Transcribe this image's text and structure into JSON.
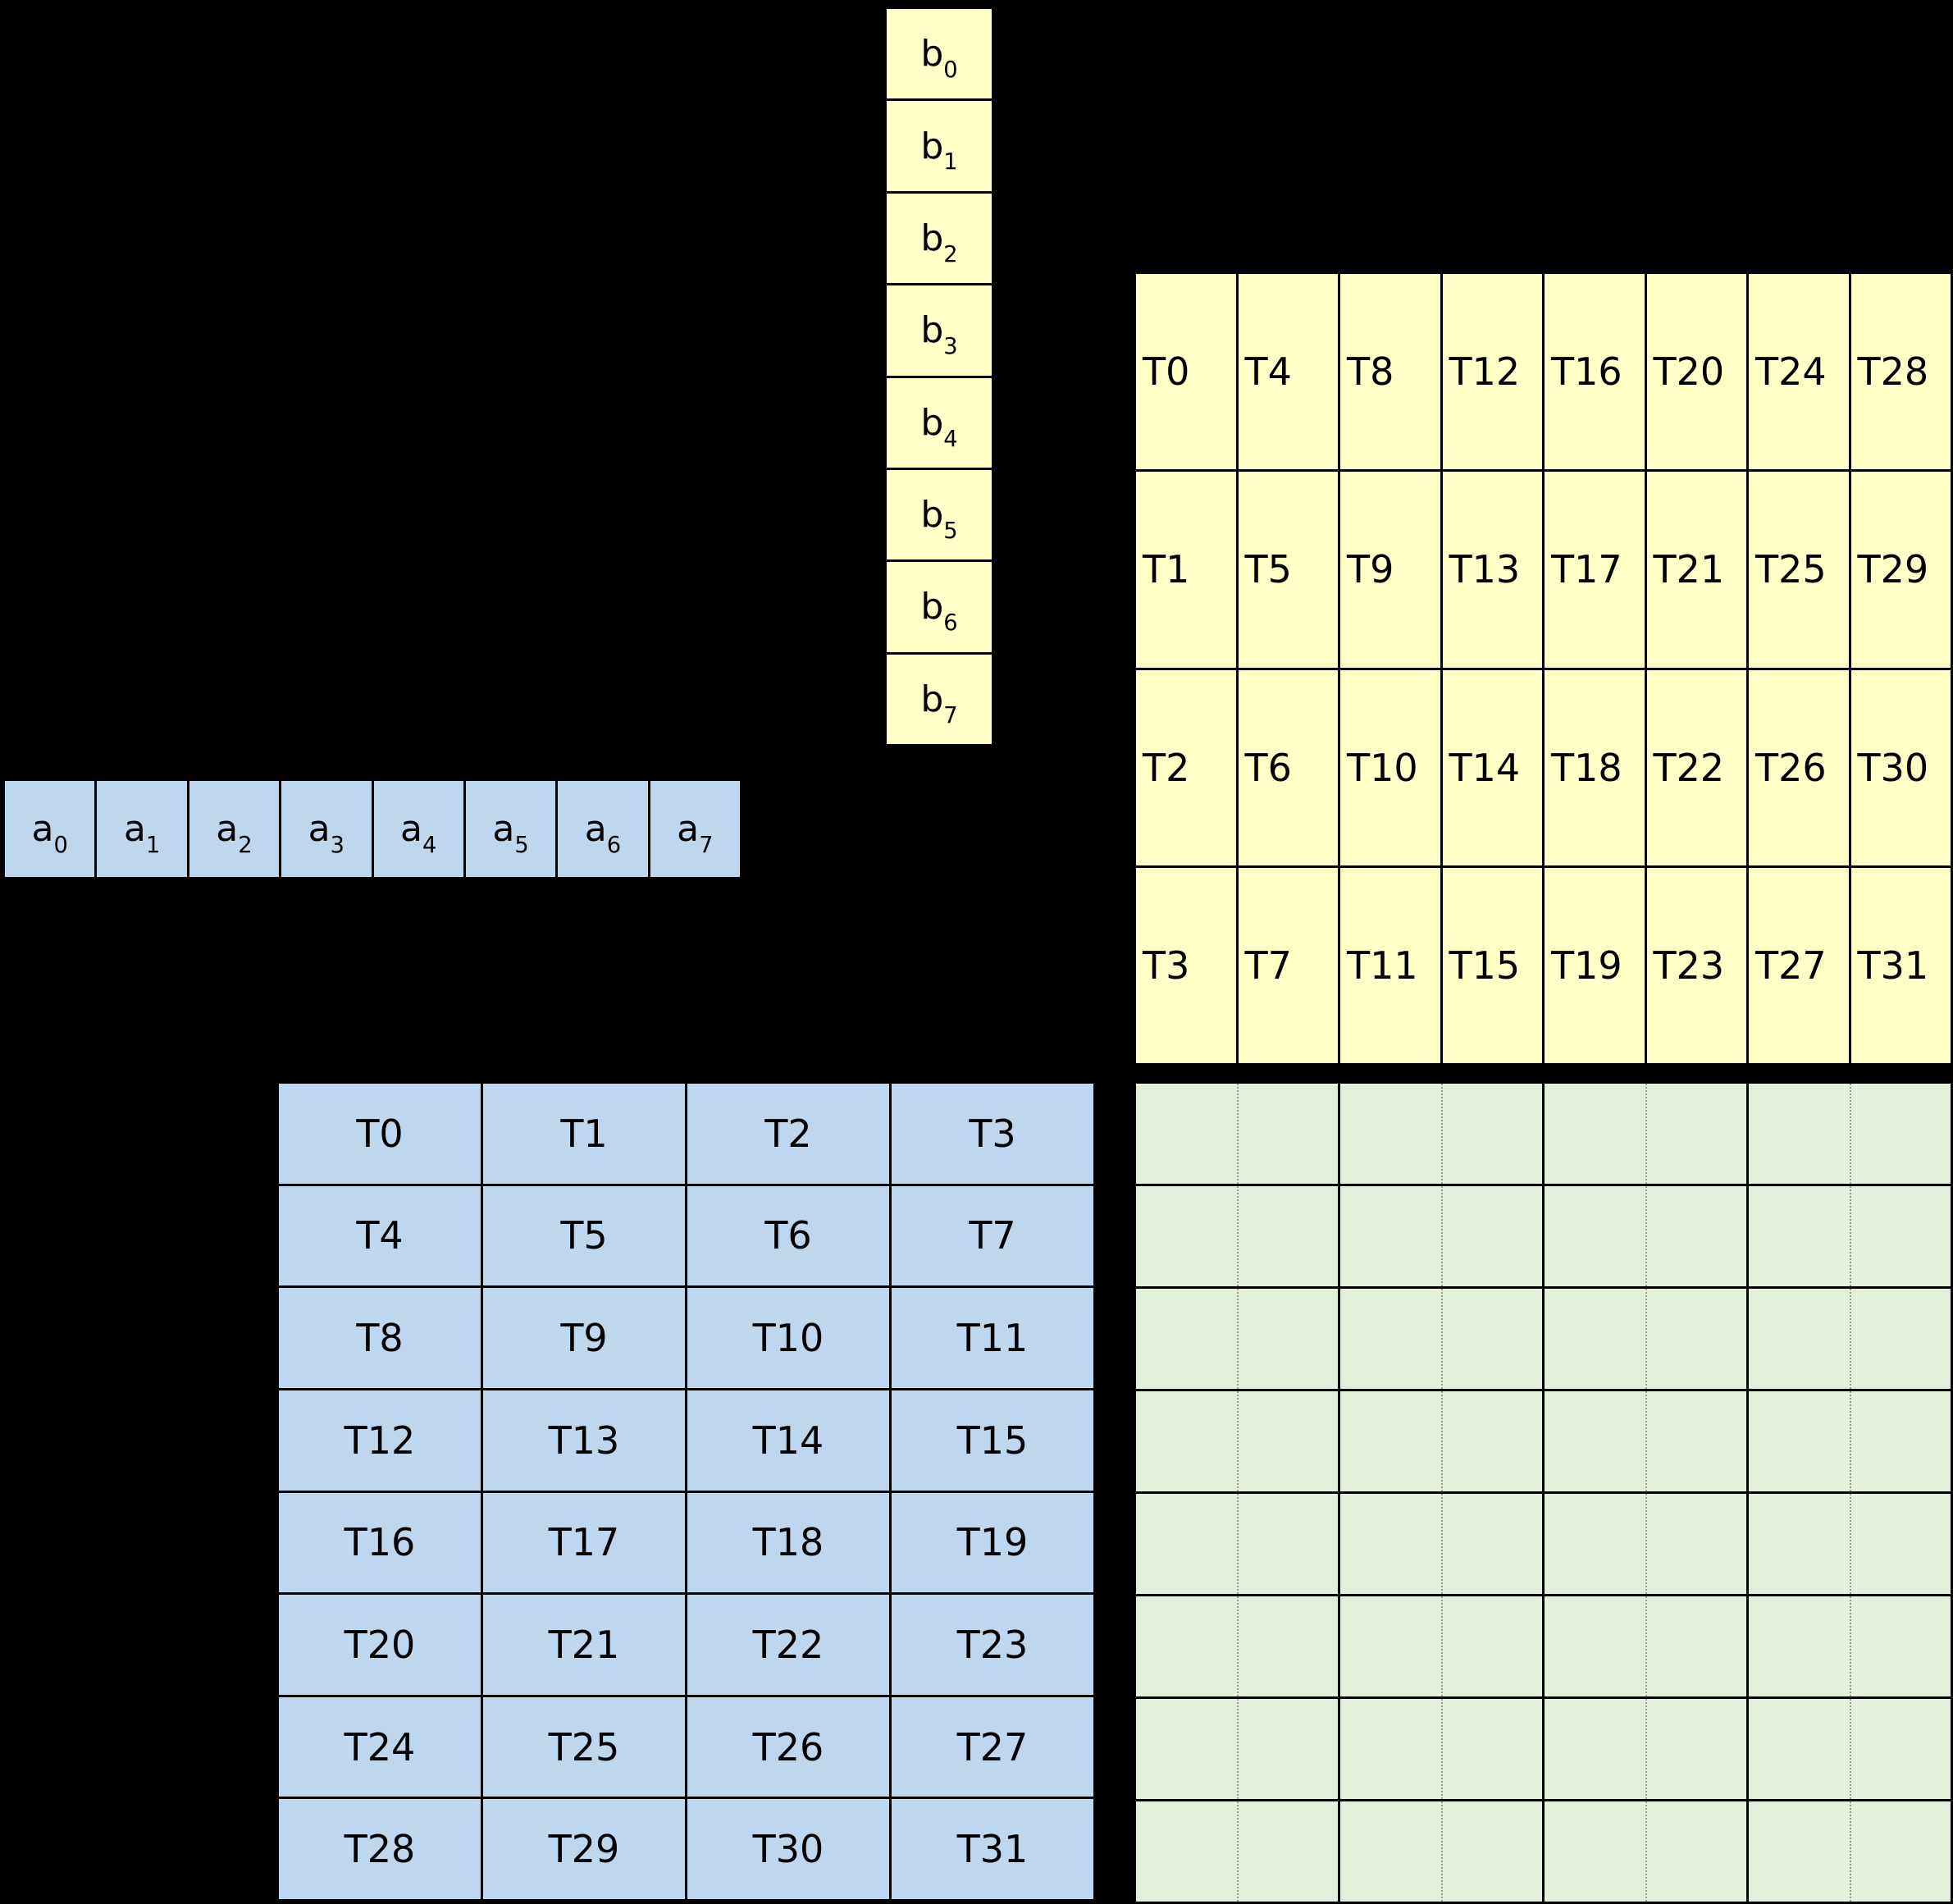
{
  "diagram": {
    "description": "thread-to-data mapping diagram for vectors a and b with thread tile grids and empty result grid"
  },
  "colors": {
    "background": "#000000",
    "yellow": "#ffffc6",
    "blue": "#bdd7ee",
    "green": "#e2efd9",
    "grid_line": "#000000",
    "dotted_line": "#9b9b9b"
  },
  "b_vector": {
    "cells": [
      {
        "base": "b",
        "sub": "0"
      },
      {
        "base": "b",
        "sub": "1"
      },
      {
        "base": "b",
        "sub": "2"
      },
      {
        "base": "b",
        "sub": "3"
      },
      {
        "base": "b",
        "sub": "4"
      },
      {
        "base": "b",
        "sub": "5"
      },
      {
        "base": "b",
        "sub": "6"
      },
      {
        "base": "b",
        "sub": "7"
      }
    ]
  },
  "a_vector": {
    "cells": [
      {
        "base": "a",
        "sub": "0"
      },
      {
        "base": "a",
        "sub": "1"
      },
      {
        "base": "a",
        "sub": "2"
      },
      {
        "base": "a",
        "sub": "3"
      },
      {
        "base": "a",
        "sub": "4"
      },
      {
        "base": "a",
        "sub": "5"
      },
      {
        "base": "a",
        "sub": "6"
      },
      {
        "base": "a",
        "sub": "7"
      }
    ]
  },
  "yellow_thread_grid": {
    "rows": [
      [
        "T0",
        "T4",
        "T8",
        "T12",
        "T16",
        "T20",
        "T24",
        "T28"
      ],
      [
        "T1",
        "T5",
        "T9",
        "T13",
        "T17",
        "T21",
        "T25",
        "T29"
      ],
      [
        "T2",
        "T6",
        "T10",
        "T14",
        "T18",
        "T22",
        "T26",
        "T30"
      ],
      [
        "T3",
        "T7",
        "T11",
        "T15",
        "T19",
        "T23",
        "T27",
        "T31"
      ]
    ]
  },
  "blue_thread_grid": {
    "rows": [
      [
        "T0",
        "T1",
        "T2",
        "T3"
      ],
      [
        "T4",
        "T5",
        "T6",
        "T7"
      ],
      [
        "T8",
        "T9",
        "T10",
        "T11"
      ],
      [
        "T12",
        "T13",
        "T14",
        "T15"
      ],
      [
        "T16",
        "T17",
        "T18",
        "T19"
      ],
      [
        "T20",
        "T21",
        "T22",
        "T23"
      ],
      [
        "T24",
        "T25",
        "T26",
        "T27"
      ],
      [
        "T28",
        "T29",
        "T30",
        "T31"
      ]
    ]
  },
  "result_grid": {
    "rows": 8,
    "major_cols": 4,
    "sub_cols_per_major": 2,
    "cell_text": ""
  }
}
